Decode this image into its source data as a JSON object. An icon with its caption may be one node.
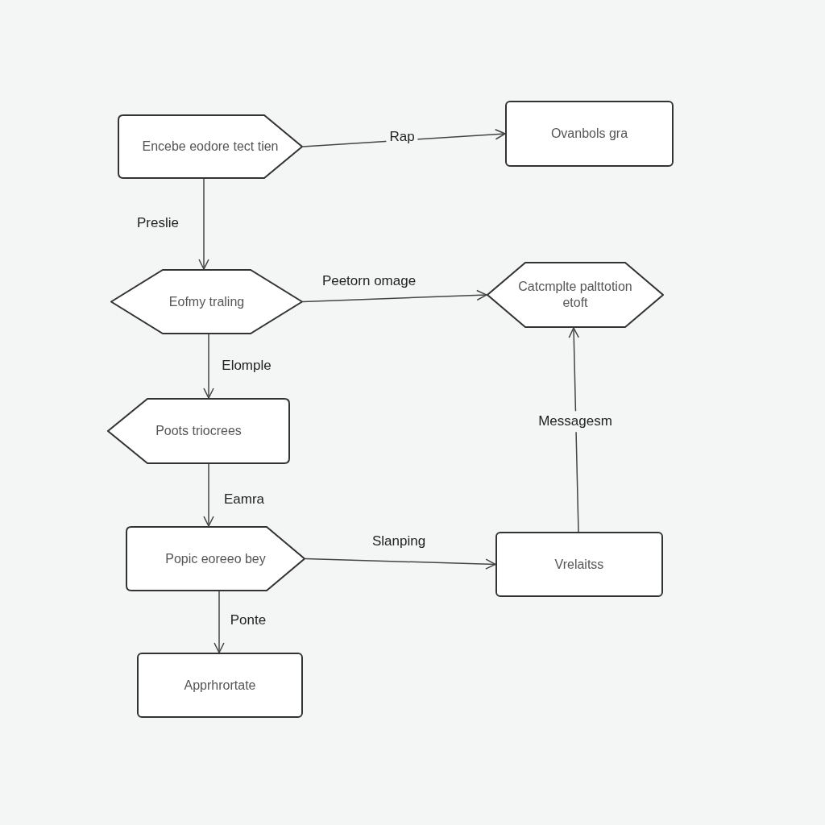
{
  "diagram": {
    "nodes": [
      {
        "text": [
          "Encebe eodore tect tien"
        ]
      },
      {
        "text": [
          "Ovanbols gra"
        ]
      },
      {
        "text": [
          "Eofmy traling"
        ]
      },
      {
        "text": [
          "Catcmplte palttotion etoft"
        ]
      },
      {
        "text": [
          "Poots triocrees"
        ]
      },
      {
        "text": [
          "Popic eoreeo bey"
        ]
      },
      {
        "text": [
          "Vrelaitss"
        ]
      },
      {
        "text": [
          "Apprhrortate"
        ]
      }
    ],
    "edges": [
      {
        "from": 0,
        "to": 1,
        "arrow": "to",
        "label": "Rap"
      },
      {
        "from": 0,
        "to": 2,
        "arrow": "to",
        "label": "Preslie"
      },
      {
        "from": 2,
        "to": 3,
        "arrow": "to",
        "label": "Peetorn omage"
      },
      {
        "from": 2,
        "to": 4,
        "arrow": "to",
        "label": "Elomple"
      },
      {
        "from": 4,
        "to": 5,
        "arrow": "to",
        "label": "Eamra"
      },
      {
        "from": 5,
        "to": 6,
        "arrow": "to",
        "label": "Slanping"
      },
      {
        "from": 6,
        "to": 3,
        "arrow": "to",
        "label": "Messagesm"
      },
      {
        "from": 5,
        "to": 7,
        "arrow": "to",
        "label": "Ponte"
      }
    ]
  }
}
